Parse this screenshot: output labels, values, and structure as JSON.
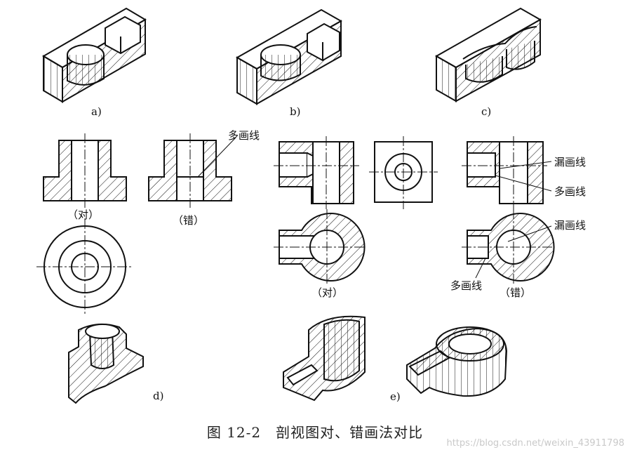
{
  "labels": {
    "a": "a)",
    "b": "b)",
    "c": "c)",
    "d": "d)",
    "e": "e)",
    "correct_1": "（对）",
    "wrong_1": "（错）",
    "correct_2": "（对）",
    "wrong_2": "（错）",
    "extra_line_1": "多画线",
    "missing_line_1": "漏画线",
    "extra_line_2": "多画线",
    "missing_line_2": "漏画线",
    "extra_line_3": "多画线"
  },
  "caption": "图 12-2　剖视图对、错画法对比",
  "watermark": "https://blog.csdn.net/weixin_43911798"
}
